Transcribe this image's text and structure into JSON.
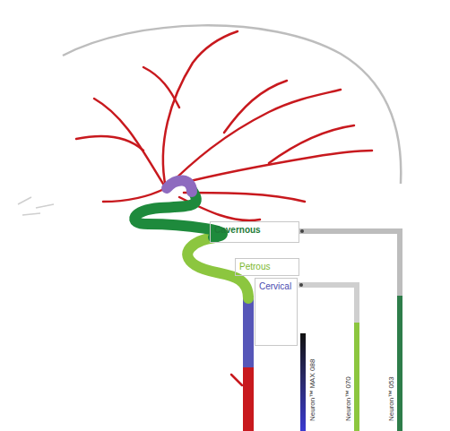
{
  "diagram": {
    "nodes": [
      {
        "text": [
          "Cavernous"
        ]
      },
      {
        "text": [
          "Petrous"
        ]
      },
      {
        "text": [
          "Cervical"
        ]
      }
    ],
    "labels": [
      "Neuron™ MAX 088",
      "Neuron™ 070",
      "Neuron™ 053"
    ]
  }
}
